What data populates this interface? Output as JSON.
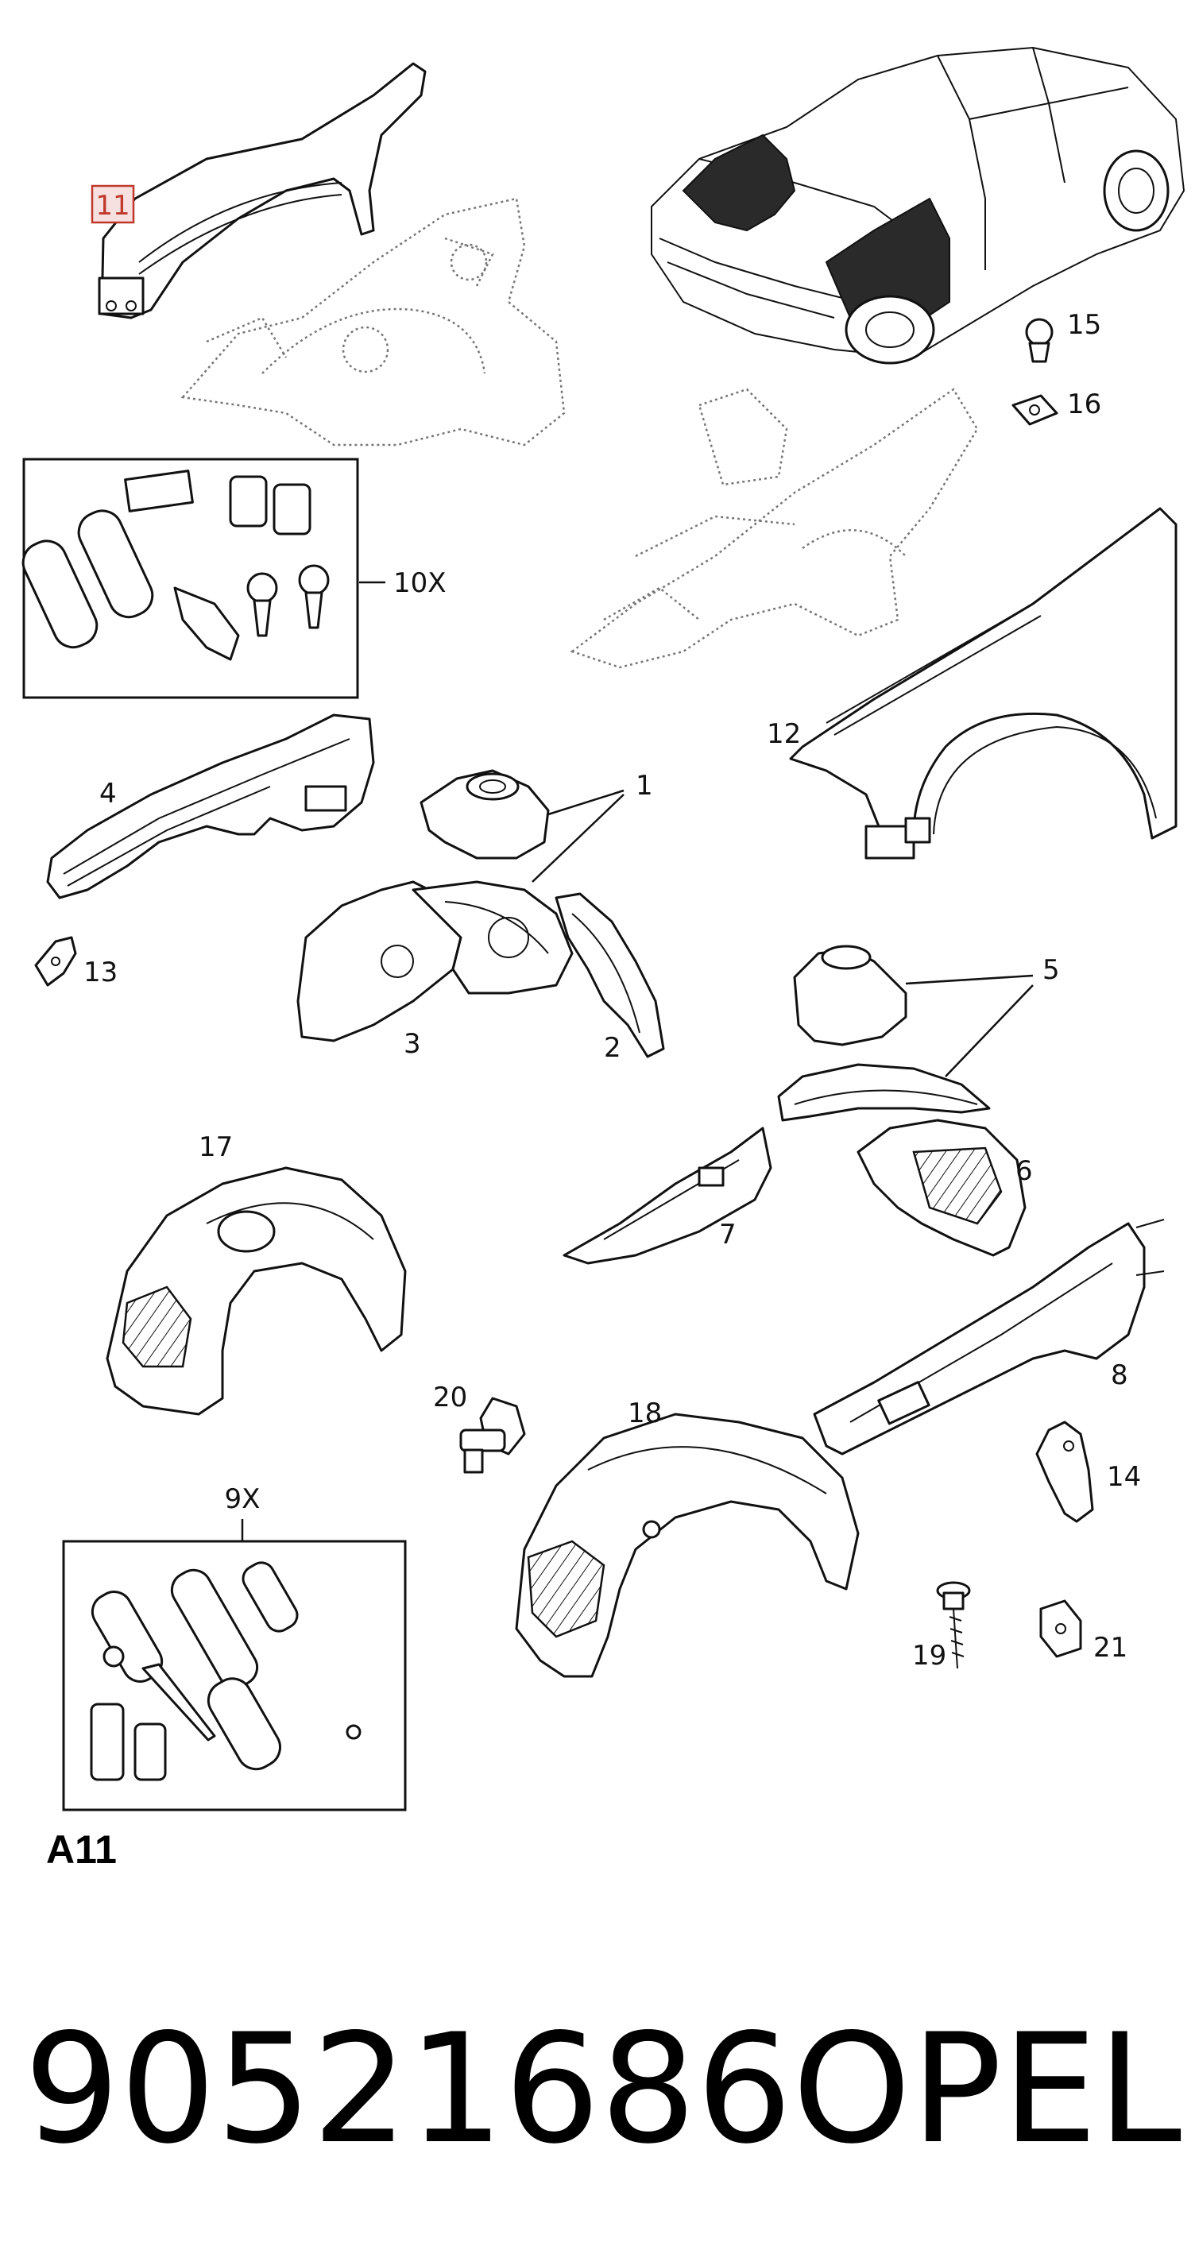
{
  "callouts": {
    "c1": "1",
    "c2": "2",
    "c3": "3",
    "c4": "4",
    "c5": "5",
    "c6": "6",
    "c7": "7",
    "c8": "8",
    "c9x": "9X",
    "c10x": "10X",
    "c11": "11",
    "c12": "12",
    "c13": "13",
    "c14": "14",
    "c15": "15",
    "c16": "16",
    "c17": "17",
    "c18": "18",
    "c19": "19",
    "c20": "20",
    "c21": "21"
  },
  "highlight": {
    "part": "11",
    "color": "#c0392b"
  },
  "section_code": "A11",
  "footer": {
    "part_number": "90521686",
    "brand": "OPEL"
  }
}
